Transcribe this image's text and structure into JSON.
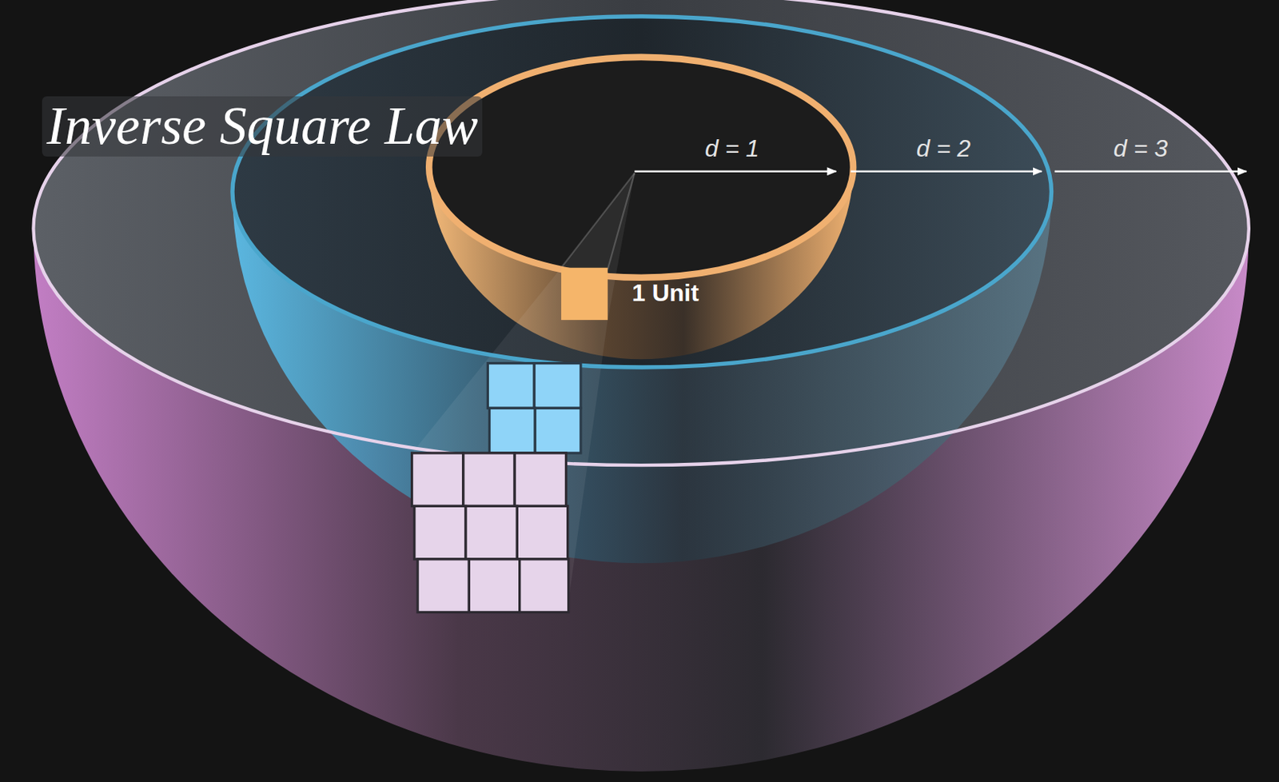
{
  "diagram": {
    "title": "Inverse Square Law",
    "labels": [
      "d = 1",
      "d = 2",
      "d = 3",
      "1 Unit"
    ]
  }
}
